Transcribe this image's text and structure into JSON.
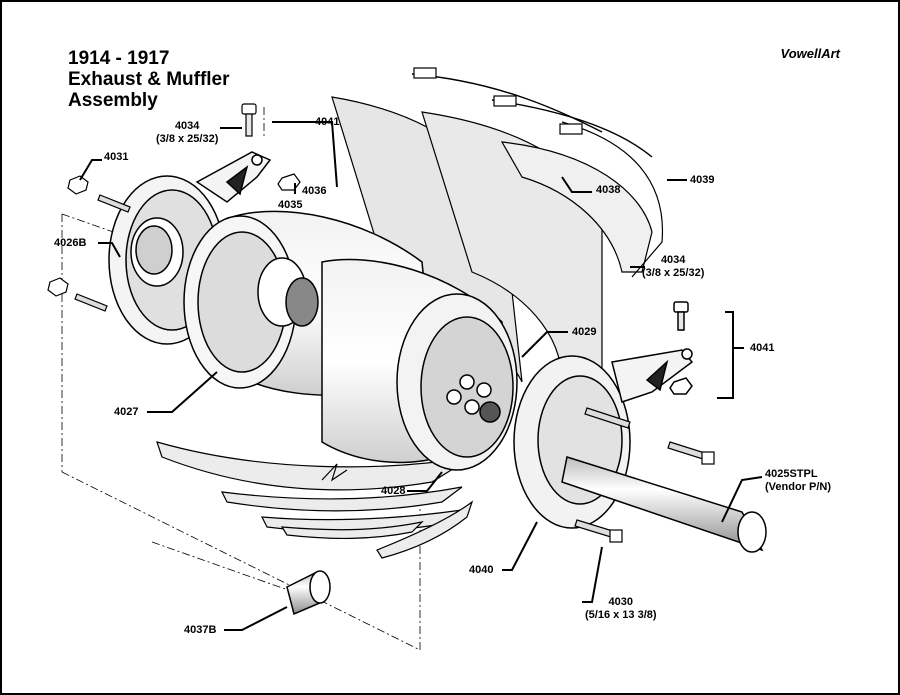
{
  "title": {
    "line1": "1914 - 1917",
    "line2": "Exhaust & Muffler",
    "line3": "Assembly"
  },
  "credit": "VowellArt",
  "parts": {
    "p4031": "4031",
    "p4034_top": "4034",
    "p4034_top_size": "(3/8 x 25/32)",
    "p4041_top": "4041",
    "p4036": "4036",
    "p4035": "4035",
    "p4026b": "4026B",
    "p4038": "4038",
    "p4039": "4039",
    "p4034_right": "4034",
    "p4034_right_size": "(3/8 x 25/32)",
    "p4029": "4029",
    "p4041_right": "4041",
    "p4027": "4027",
    "p4028": "4028",
    "p4025stpl": "4025STPL",
    "p4025stpl_note": "(Vendor P/N)",
    "p4040": "4040",
    "p4030": "4030",
    "p4030_size": "(5/16 x 13 3/8)",
    "p4037b": "4037B"
  }
}
